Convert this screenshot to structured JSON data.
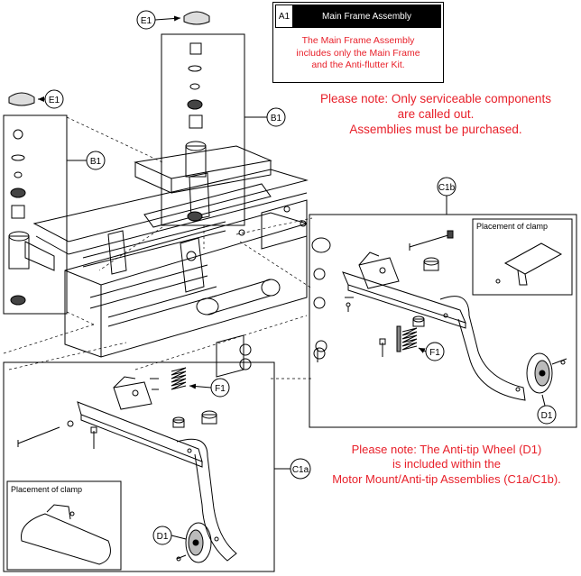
{
  "title_block": {
    "code": "A1",
    "title": "Main Frame Assembly",
    "description_lines": [
      "The Main Frame Assembly",
      "includes only the Main Frame",
      "and the Anti-flutter Kit."
    ]
  },
  "notes": {
    "serviceable": [
      "Please note: Only serviceable components",
      "are called out.",
      "Assemblies must  be purchased."
    ],
    "antitip": [
      "Please note: The Anti-tip Wheel (D1)",
      "is included within the",
      "Motor Mount/Anti-tip Assemblies (C1a/C1b)."
    ]
  },
  "callouts": {
    "e1_top": "E1",
    "e1_left": "E1",
    "b1_top": "B1",
    "b1_left": "B1",
    "c1b": "C1b",
    "c1a": "C1a",
    "f1_right": "F1",
    "f1_left": "F1",
    "d1_right": "D1",
    "d1_left": "D1"
  },
  "insets": {
    "clamp_right": "Placement of clamp",
    "clamp_left": "Placement of clamp"
  },
  "colors": {
    "note_red": "#e8202a",
    "line": "#000000"
  }
}
